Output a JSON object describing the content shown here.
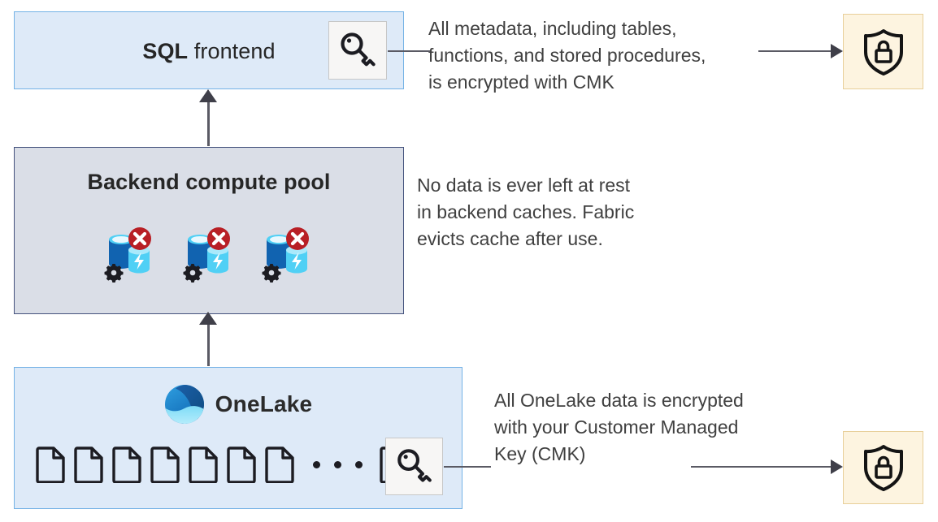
{
  "diagram": {
    "title": "Fabric SQL / OneLake customer managed key encryption diagram",
    "colors": {
      "blue_box_fill": "#deeaf8",
      "blue_box_border": "#74b2e6",
      "gray_box_fill": "#dadee7",
      "gray_box_border": "#44527d",
      "shield_tile_fill": "#fdf4e0",
      "shield_tile_border": "#e8cf9a",
      "key_tile_fill": "#f7f6f5",
      "key_tile_border": "#c7c7c7",
      "connector": "#5a5a64",
      "cache_badge_red": "#b81f25",
      "cache_cylinder_dark_blue": "#1163b0",
      "cache_cylinder_light_blue": "#50d0f5"
    }
  },
  "nodes": {
    "sql_frontend": {
      "title_strong": "SQL",
      "title_rest": " frontend",
      "key_icon": "key-icon"
    },
    "backend_pool": {
      "title": "Backend compute pool",
      "cache_nodes": [
        {
          "label": "cache-node-1",
          "badge": "red-x-badge",
          "gear": "gear-icon",
          "bolt": "lightning-bolt-icon"
        },
        {
          "label": "cache-node-2",
          "badge": "red-x-badge",
          "gear": "gear-icon",
          "bolt": "lightning-bolt-icon"
        },
        {
          "label": "cache-node-3",
          "badge": "red-x-badge",
          "gear": "gear-icon",
          "bolt": "lightning-bolt-icon"
        }
      ]
    },
    "onelake": {
      "logo": "onelake-logo",
      "label": "OneLake",
      "file_count_before_ellipsis": 7,
      "file_count_after_ellipsis": 1,
      "ellipsis_dots": 3,
      "key_icon": "key-icon"
    }
  },
  "annotations": {
    "metadata": "All metadata, including tables,\nfunctions, and stored procedures,\nis encrypted with CMK",
    "cache": "No data is ever left at rest\nin backend caches. Fabric\nevicts cache after use.",
    "onelake": "All OneLake data is encrypted\nwith your Customer Managed\nKey (CMK)"
  },
  "shields": {
    "top": "shield-lock-icon",
    "bottom": "shield-lock-icon"
  }
}
